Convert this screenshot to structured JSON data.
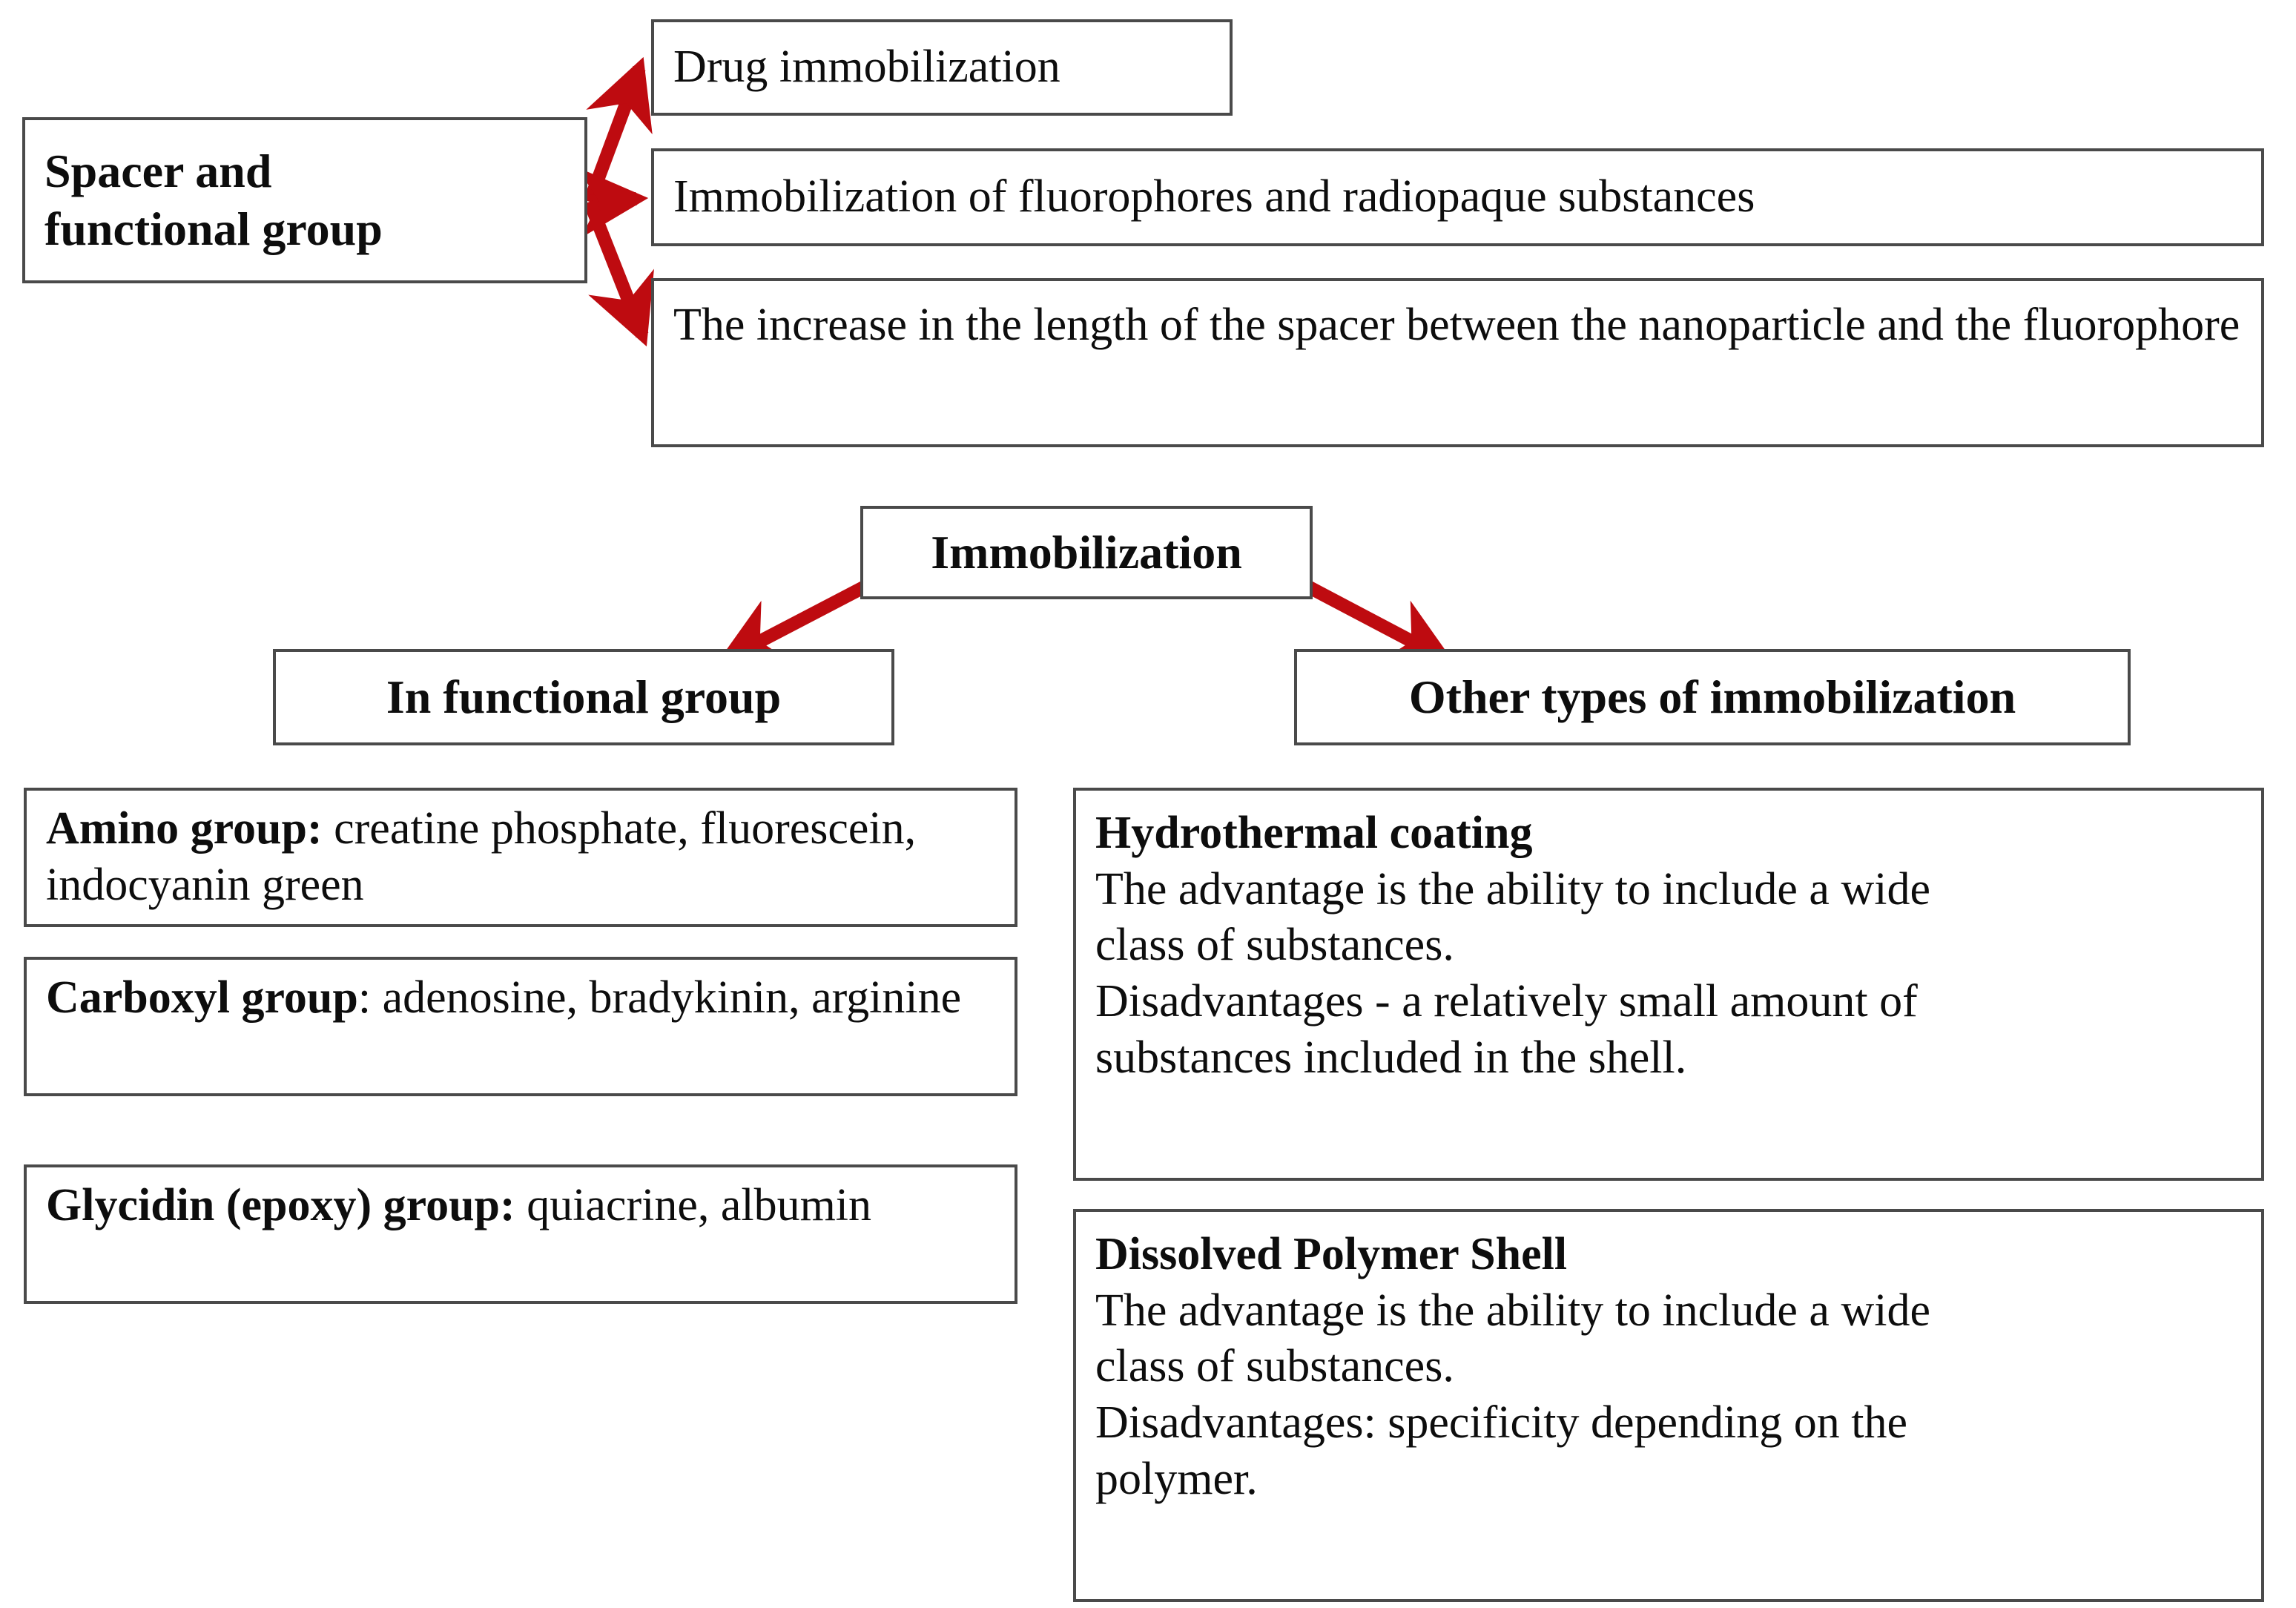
{
  "diagram": {
    "title_implicit": "Immobilization schemes for nanoparticle surface functionalization",
    "accent_color": "#BE0B10",
    "border_color": "#4a4a4a",
    "text_color": "#0d0d0d",
    "background_color": "#ffffff"
  },
  "section_top": {
    "source_box": {
      "line1": "Spacer and",
      "line2": "functional group"
    },
    "targets": [
      {
        "text": "Drug immobilization"
      },
      {
        "text": "Immobilization of fluorophores and radiopaque substances"
      },
      {
        "text": "The increase in the length of the spacer between the nanoparticle and the fluorophore"
      }
    ]
  },
  "section_bottom": {
    "root_box": {
      "text": "Immobilization"
    },
    "branches": [
      {
        "text": "In functional group"
      },
      {
        "text": "Other types of immobilization"
      }
    ],
    "functional_group_items": [
      {
        "lead": "Amino group:",
        "body": " creatine phosphate, fluorescein, indocyanin green"
      },
      {
        "lead": "Carboxyl group",
        "body": ": adenosine, bradykinin, arginine"
      },
      {
        "lead": "Glycidin (epoxy) group:",
        "body": " quiacrine, albumin"
      }
    ],
    "other_types_items": [
      {
        "heading": "Hydrothermal coating",
        "line1": "The advantage is the ability to include a wide",
        "line2": "class of substances.",
        "line3": "Disadvantages - a relatively small amount of",
        "line4": "substances included in the shell."
      },
      {
        "heading": "Dissolved Polymer Shell",
        "line1": "The advantage is the ability to include a wide",
        "line2": "class of substances.",
        "line3": "Disadvantages: specificity depending on the",
        "line4": "polymer."
      }
    ]
  }
}
